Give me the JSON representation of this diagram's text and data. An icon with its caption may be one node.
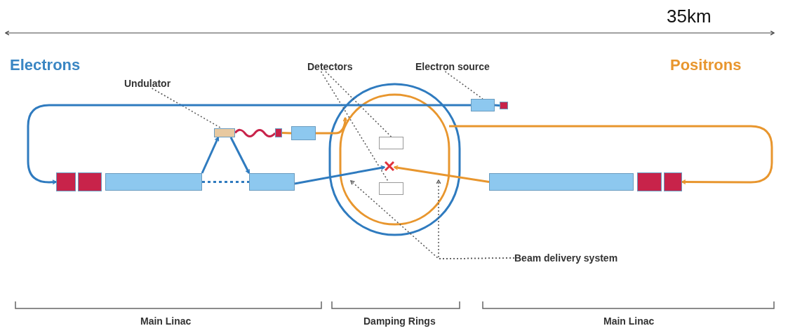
{
  "diagram": {
    "nodes": [
      {
        "text": [
          "Undulator"
        ]
      },
      {
        "text": [
          "Detectors"
        ]
      },
      {
        "text": [
          "Electron source"
        ]
      },
      {
        "text": [
          "Beam delivery system"
        ]
      },
      {
        "text": [],
        "shape": "box"
      },
      {
        "text": [],
        "shape": "box"
      },
      {
        "text": [],
        "shape": "box"
      },
      {
        "text": [],
        "shape": "box"
      },
      {
        "text": [],
        "shape": "box"
      },
      {
        "text": [],
        "shape": "box"
      },
      {
        "text": [],
        "shape": "box"
      },
      {
        "text": [],
        "shape": "box"
      },
      {
        "text": [],
        "shape": "box"
      },
      {
        "text": [],
        "shape": "box"
      },
      {
        "text": [],
        "shape": "box"
      },
      {
        "text": [],
        "shape": "box"
      },
      {
        "text": [],
        "shape": "box"
      },
      {
        "text": [],
        "shape": "box"
      },
      {
        "text": [],
        "shape": "cross"
      }
    ],
    "edges": [
      {
        "from": 0,
        "to": 4,
        "arrow": "none",
        "style": "dashed",
        "color": "#555555"
      },
      {
        "from": 1,
        "to": 5,
        "arrow": "none",
        "style": "dashed",
        "color": "#555555"
      },
      {
        "from": 1,
        "to": 6,
        "arrow": "none",
        "style": "dashed",
        "color": "#555555"
      },
      {
        "from": 2,
        "to": 7,
        "arrow": "none",
        "style": "dashed",
        "color": "#555555"
      },
      {
        "from": 3,
        "to": null,
        "arrow": "to",
        "style": "dashed",
        "color": "#555555"
      },
      {
        "from": 3,
        "to": null,
        "arrow": "to",
        "style": "dashed",
        "color": "#555555"
      },
      {
        "from": 7,
        "to": 9,
        "arrow": "to",
        "color": "#2f7bbf"
      },
      {
        "from": 8,
        "to": 7,
        "arrow": "none",
        "color": "#2f7bbf"
      },
      {
        "from": 11,
        "to": 4,
        "arrow": "to",
        "color": "#2f7bbf"
      },
      {
        "from": 4,
        "to": 12,
        "arrow": "to",
        "color": "#2f7bbf"
      },
      {
        "from": 11,
        "to": 12,
        "arrow": "none",
        "style": "dashed",
        "color": "#2f7bbf"
      },
      {
        "from": 4,
        "to": 13,
        "arrow": "none",
        "color": "#c8234a"
      },
      {
        "from": 13,
        "to": 14,
        "arrow": "none",
        "color": "#e8962e"
      },
      {
        "from": 14,
        "to": null,
        "arrow": "to",
        "color": "#e8962e"
      },
      {
        "from": 12,
        "to": 18,
        "arrow": "to",
        "color": "#2f7bbf"
      },
      {
        "from": null,
        "to": 17,
        "arrow": "to",
        "color": "#e8962e"
      },
      {
        "from": 15,
        "to": 18,
        "arrow": "to",
        "color": "#e8962e"
      }
    ],
    "labels": [
      "35km",
      "Electrons",
      "Positrons",
      "Main Linac",
      "Damping Rings",
      "Main Linac"
    ]
  }
}
